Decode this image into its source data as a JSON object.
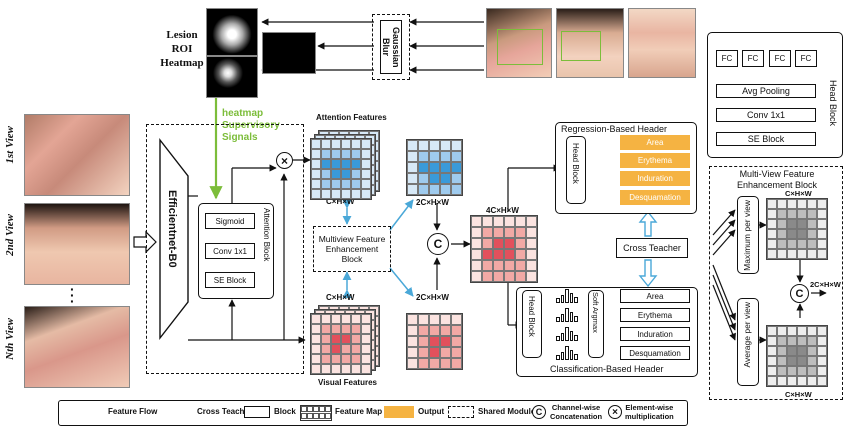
{
  "top": {
    "heatmap_label": [
      "Lesion",
      "ROI",
      "Heatmap"
    ],
    "gaussian_blur": "Gaussian Blur"
  },
  "views": [
    {
      "label": "1st View"
    },
    {
      "label": "2nd View"
    },
    {
      "label": "Nth View"
    }
  ],
  "supervision": {
    "label": [
      "heatmap",
      "Supervisory",
      "Signals"
    ]
  },
  "backbone": {
    "label": "Efficientnet-B0"
  },
  "attention_block": {
    "title": "Attention Block",
    "items": [
      "Sigmoid",
      "Conv 1x1",
      "SE Block"
    ]
  },
  "labels": {
    "attention_features": "Attention Features",
    "visual_features": "Visual Features",
    "dim_chw": "C×H×W",
    "dim_2chw": "2C×H×W",
    "dim_4chw": "4C×H×W",
    "mfe_block": [
      "Multiview Feature",
      "Enhancement",
      "Block"
    ],
    "cross_teacher": "Cross Teacher",
    "concat_symbol": "C",
    "mult_symbol": "×"
  },
  "regression_header": {
    "title": "Regression-Based Header",
    "head_block": "Head Block",
    "outputs": [
      "Area",
      "Erythema",
      "Induration",
      "Desquamation"
    ]
  },
  "classification_header": {
    "title": "Classification-Based Header",
    "head_block": "Head Block",
    "soft_argmax": "Soft Argmax",
    "outputs": [
      "Area",
      "Erythema",
      "Induration",
      "Desquamation"
    ]
  },
  "head_block_detail": {
    "title": "Head Block",
    "fc": [
      "FC",
      "FC",
      "FC",
      "FC"
    ],
    "avg_pool": "Avg Pooling",
    "conv": "Conv 1x1",
    "se": "SE Block"
  },
  "mv_block_detail": {
    "title": [
      "Multi-View Feature",
      "Enhancement Block"
    ],
    "max": "Maximum per view",
    "avg": "Average per view",
    "dim_top": "C×H×W",
    "dim_mid": "2C×H×W",
    "dim_bottom": "C×H×W"
  },
  "legend": {
    "feature_flow": "Feature Flow",
    "cross_teacher": "Cross Teacher",
    "block": "Block",
    "feature_map": "Feature Map",
    "output": "Output",
    "shared_module": "Shared Module",
    "channel_concat": [
      "Channel-wise",
      "Concatenation"
    ],
    "elementwise": [
      "Element-wise",
      "multiplication"
    ]
  },
  "colors": {
    "blue_light": "#d7e9f7",
    "blue_mid": "#9fcbee",
    "blue_dark": "#3a9ad9",
    "red_light": "#fbe3e0",
    "red_mid": "#f2a9a5",
    "red_dark": "#e2505c",
    "gray_light": "#eeeeee",
    "gray_mid": "#bdbdbd",
    "gray_dark": "#8a8a8a",
    "orange": "#f5b342",
    "green": "#7cbd3a",
    "cyan": "#4aa8d8"
  }
}
